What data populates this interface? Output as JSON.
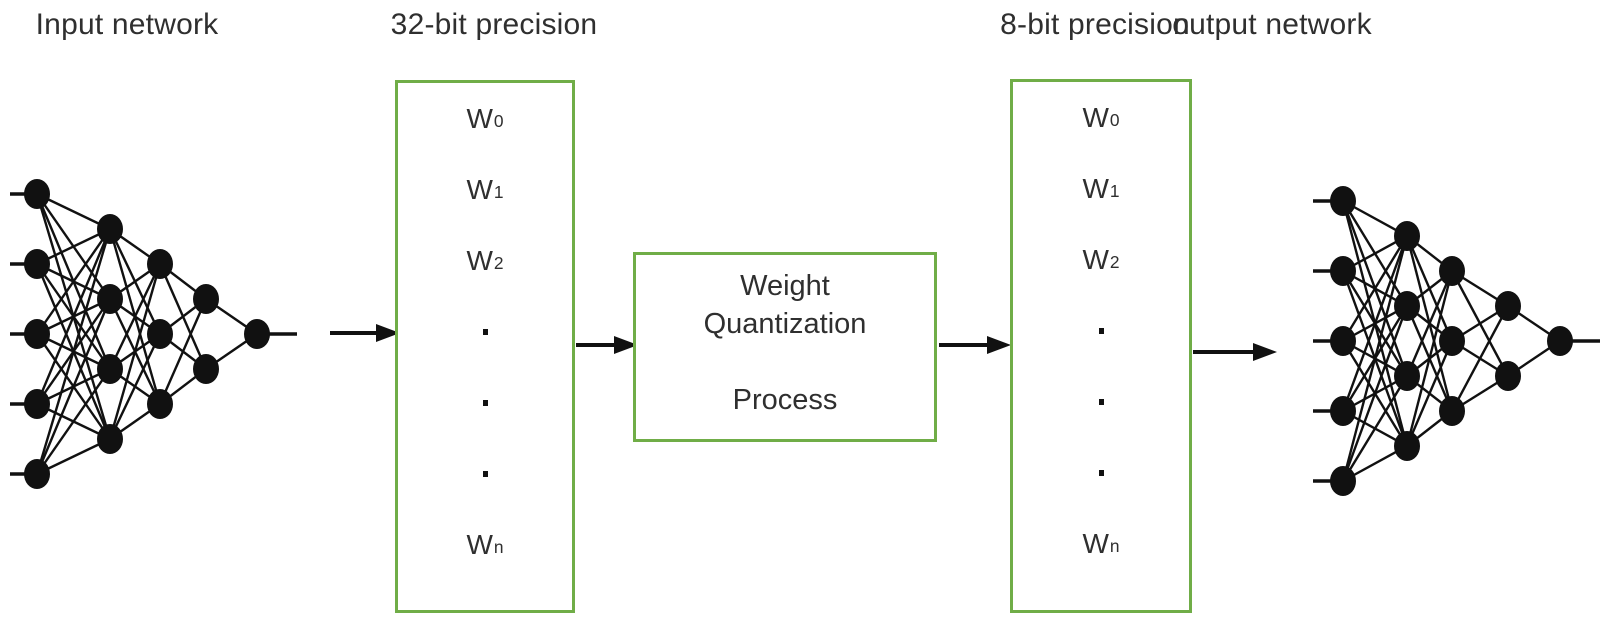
{
  "networks": {
    "input": {
      "label": "Input network",
      "layers": [
        5,
        4,
        3,
        2,
        1
      ]
    },
    "output": {
      "label": "output network",
      "layers": [
        5,
        4,
        3,
        2,
        1
      ]
    }
  },
  "boxes": {
    "bit32": {
      "label": "32-bit precision",
      "rows": [
        "W_0",
        "W_1",
        "W_2",
        "·",
        "·",
        "·",
        "W_n"
      ]
    },
    "process": {
      "lines": [
        "Weight",
        "Quantization",
        "",
        "Process"
      ]
    },
    "bit8": {
      "label": "8-bit precision",
      "rows": [
        "W_0",
        "W_1",
        "W_2",
        "·",
        "·",
        "·",
        "W_n"
      ]
    }
  },
  "colors": {
    "box_border": "#70ad47",
    "ink": "#111111",
    "text": "#2f2f2f"
  }
}
